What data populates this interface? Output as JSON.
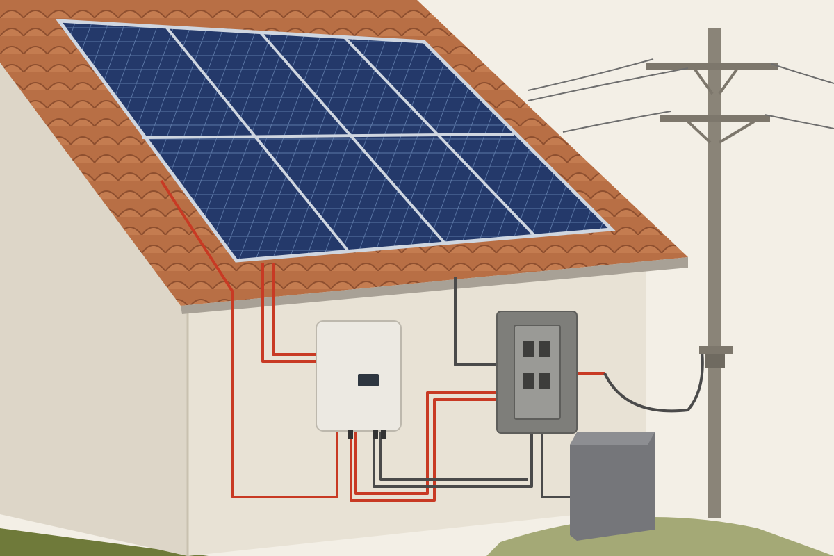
{
  "scene": {
    "description_visible_text": "",
    "solar_array": {
      "panel_count": 8,
      "rows": 2,
      "columns": 4
    },
    "colors": {
      "sky": "#f3efe6",
      "wall": "#e6e0d3",
      "wall_shade": "#d6cfbf",
      "roof_tile": "#b86f45",
      "roof_tile_dark": "#8e4f2f",
      "panel": "#243b63",
      "panel_grid": "#5b77a6",
      "panel_frame": "#cfd6e0",
      "dc_wire": "#c83a24",
      "ac_wire": "#4a4a4a",
      "inverter": "#e9e6df",
      "breaker_box": "#7c7c78",
      "battery": "#7a7b7d",
      "pole": "#8a8478",
      "grass": "#7f8a45"
    },
    "components": [
      "solar-panels",
      "inverter",
      "breaker-panel",
      "battery-unit",
      "utility-pole",
      "power-lines"
    ]
  }
}
